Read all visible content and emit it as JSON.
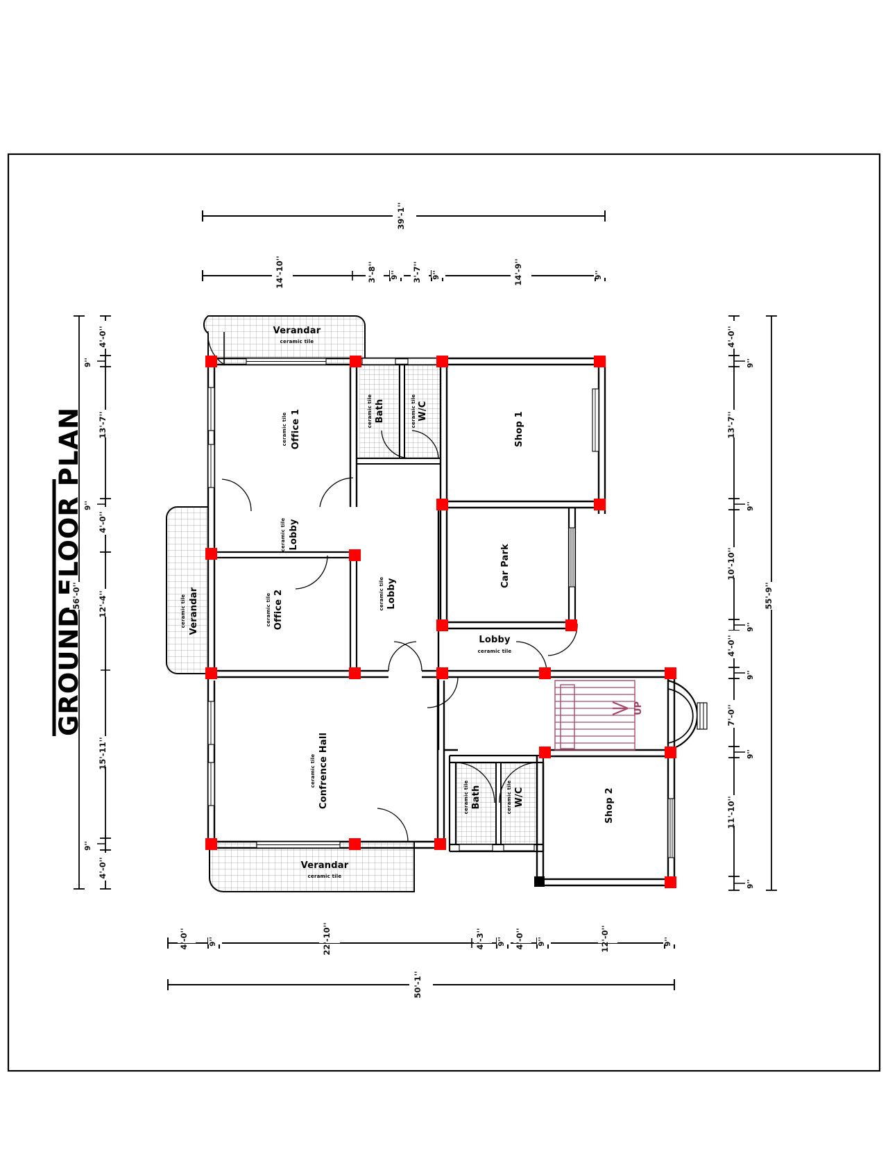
{
  "sheet": {
    "title": "GROUND FLOOR  PLAN",
    "border_color": "#000000",
    "wall_color": "#000000",
    "column_color": "#ff0000",
    "stair_color": "#a8476b",
    "tile_hatch_color": "#9a9a9a"
  },
  "rooms": [
    {
      "id": "verandar-top",
      "name": "Verandar",
      "sub": "ceramic tile",
      "rotation": 0
    },
    {
      "id": "office-1",
      "name": "Office 1",
      "sub": "ceramic tile",
      "rotation": 90
    },
    {
      "id": "bath-top",
      "name": "Bath",
      "sub": "ceramic tile",
      "rotation": 90
    },
    {
      "id": "wc-top",
      "name": "W/C",
      "sub": "ceramic tile",
      "rotation": 90
    },
    {
      "id": "shop-1",
      "name": "Shop 1",
      "sub": "",
      "rotation": 90
    },
    {
      "id": "car-park",
      "name": "Car Park",
      "sub": "",
      "rotation": 90
    },
    {
      "id": "lobby-upper",
      "name": "Lobby",
      "sub": "ceramic tile",
      "rotation": 90
    },
    {
      "id": "lobby-middle",
      "name": "Lobby",
      "sub": "ceramic tile",
      "rotation": 90
    },
    {
      "id": "lobby-right",
      "name": "Lobby",
      "sub": "ceramic tile",
      "rotation": 0
    },
    {
      "id": "office-2",
      "name": "Office 2",
      "sub": "ceramic tile",
      "rotation": 90
    },
    {
      "id": "verandar-left",
      "name": "Verandar",
      "sub": "ceramic tile",
      "rotation": 90
    },
    {
      "id": "confrence-hall",
      "name": "Confrence Hall",
      "sub": "ceramic tile",
      "rotation": 90
    },
    {
      "id": "bath-bottom",
      "name": "Bath",
      "sub": "ceramic tile",
      "rotation": 90
    },
    {
      "id": "wc-bottom",
      "name": "W/C",
      "sub": "ceramic tile",
      "rotation": 90
    },
    {
      "id": "shop-2",
      "name": "Shop 2",
      "sub": "",
      "rotation": 90
    },
    {
      "id": "verandar-bottom",
      "name": "Verandar",
      "sub": "ceramic tile",
      "rotation": 0
    }
  ],
  "stairs": {
    "label": "UP",
    "direction_arrow": ">"
  },
  "dimensions": {
    "top_overall": "39'-1''",
    "top_chain": [
      "14'-10''",
      "3'-8''",
      "9''",
      "3'-7''",
      "9''",
      "14'-9''",
      "9''"
    ],
    "left_overall": "56'-0''",
    "left_chain": [
      "4'-0''",
      "9''",
      "13'-7''",
      "9''",
      "4'-0''",
      "12'-4''",
      "15'-11''",
      "9''",
      "4'-0''"
    ],
    "right_overall": "55'-9''",
    "right_chain": [
      "4'-0''",
      "9''",
      "13'-7''",
      "9''",
      "10'-10''",
      "9''",
      "4'-0''",
      "9''",
      "7'-0''",
      "9''",
      "11'-10''",
      "9''"
    ],
    "bottom_overall": "50'-1''",
    "bottom_chain": [
      "4'-0''",
      "9''",
      "22'-10''",
      "4'-3''",
      "9''",
      "4'-0''",
      "9''",
      "12'-0''",
      "9''"
    ]
  }
}
